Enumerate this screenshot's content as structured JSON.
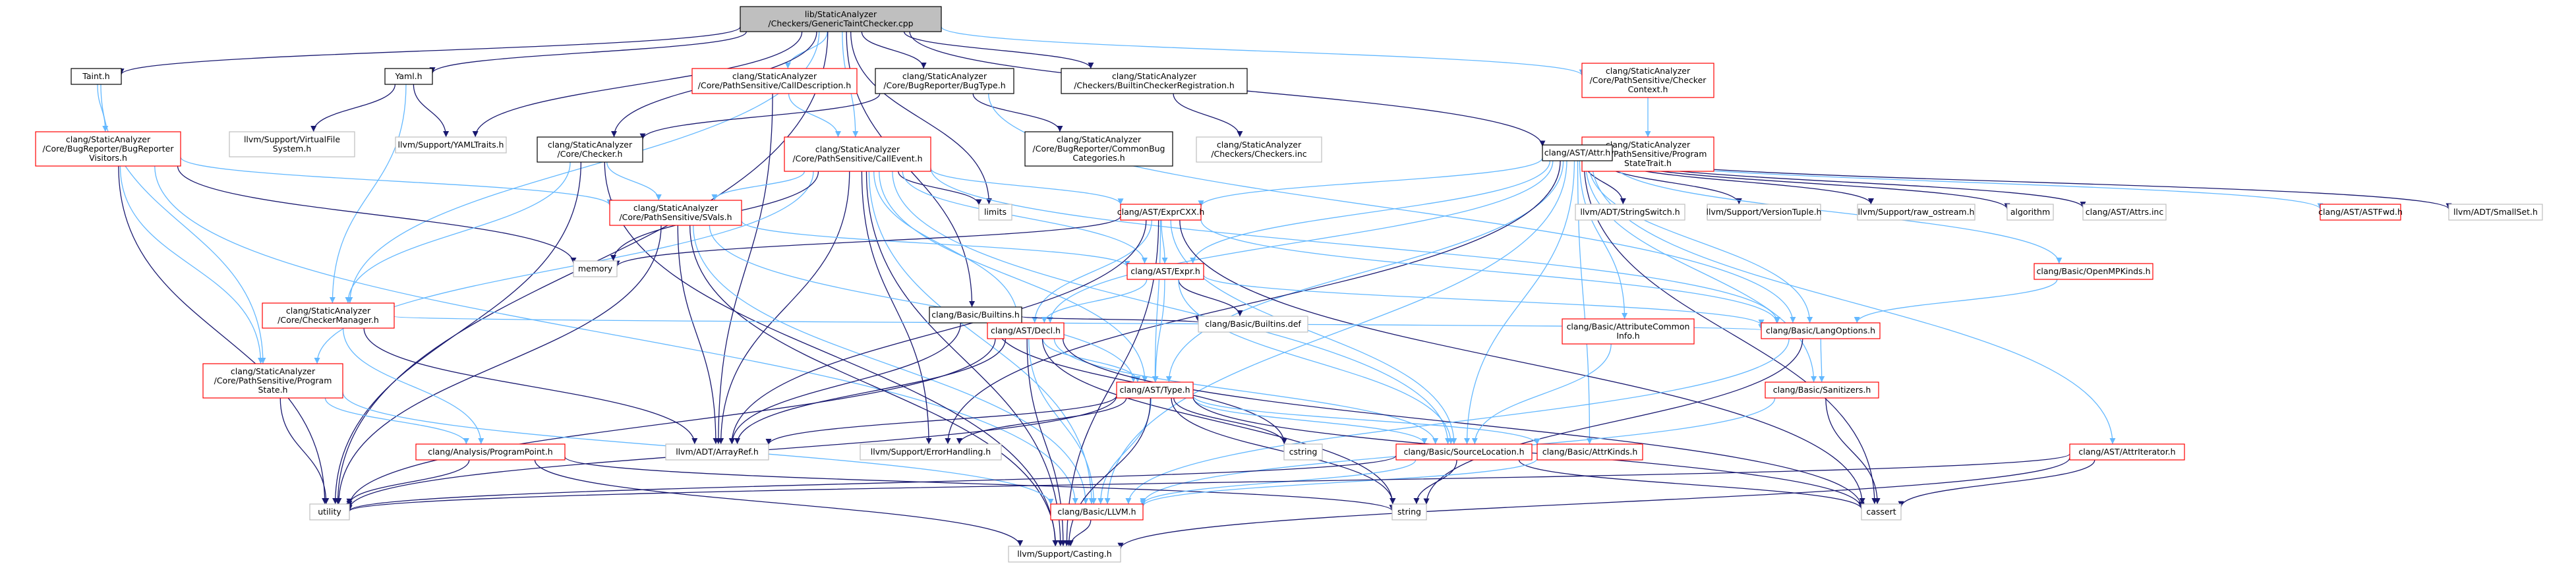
{
  "nodes": {
    "root": {
      "lines": [
        "lib/StaticAnalyzer",
        "/Checkers/GenericTaintChecker.cpp"
      ],
      "style": "root"
    },
    "taint": {
      "lines": [
        "Taint.h"
      ],
      "style": "black"
    },
    "yaml": {
      "lines": [
        "Yaml.h"
      ],
      "style": "black"
    },
    "calldesc": {
      "lines": [
        "clang/StaticAnalyzer",
        "/Core/PathSensitive/CallDescription.h"
      ],
      "style": "red"
    },
    "bugtype": {
      "lines": [
        "clang/StaticAnalyzer",
        "/Core/BugReporter/BugType.h"
      ],
      "style": "black"
    },
    "builtinreg": {
      "lines": [
        "clang/StaticAnalyzer",
        "/Checkers/BuiltinCheckerRegistration.h"
      ],
      "style": "black"
    },
    "checkerctx": {
      "lines": [
        "clang/StaticAnalyzer",
        "/Core/PathSensitive/Checker",
        "Context.h"
      ],
      "style": "red"
    },
    "bugreporter": {
      "lines": [
        "clang/StaticAnalyzer",
        "/Core/BugReporter/BugReporter",
        "Visitors.h"
      ],
      "style": "red"
    },
    "vfs": {
      "lines": [
        "llvm/Support/VirtualFile",
        "System.h"
      ],
      "style": "gray"
    },
    "yamltraits": {
      "lines": [
        "llvm/Support/YAMLTraits.h"
      ],
      "style": "gray"
    },
    "checker": {
      "lines": [
        "clang/StaticAnalyzer",
        "/Core/Checker.h"
      ],
      "style": "black"
    },
    "callevent": {
      "lines": [
        "clang/StaticAnalyzer",
        "/Core/PathSensitive/CallEvent.h"
      ],
      "style": "red"
    },
    "commonbug": {
      "lines": [
        "clang/StaticAnalyzer",
        "/Core/BugReporter/CommonBug",
        "Categories.h"
      ],
      "style": "black"
    },
    "checkersinc": {
      "lines": [
        "clang/StaticAnalyzer",
        "/Checkers/Checkers.inc"
      ],
      "style": "gray"
    },
    "progstatetrait": {
      "lines": [
        "clang/StaticAnalyzer",
        "/Core/PathSensitive/Program",
        "StateTrait.h"
      ],
      "style": "red"
    },
    "attr": {
      "lines": [
        "clang/AST/Attr.h"
      ],
      "style": "black"
    },
    "svals": {
      "lines": [
        "clang/StaticAnalyzer",
        "/Core/PathSensitive/SVals.h"
      ],
      "style": "red"
    },
    "limits": {
      "lines": [
        "limits"
      ],
      "style": "gray"
    },
    "exprcxx": {
      "lines": [
        "clang/AST/ExprCXX.h"
      ],
      "style": "red"
    },
    "stringswitch": {
      "lines": [
        "llvm/ADT/StringSwitch.h"
      ],
      "style": "gray"
    },
    "versiontuple": {
      "lines": [
        "llvm/Support/VersionTuple.h"
      ],
      "style": "gray"
    },
    "rawostream": {
      "lines": [
        "llvm/Support/raw_ostream.h"
      ],
      "style": "gray"
    },
    "algorithm": {
      "lines": [
        "algorithm"
      ],
      "style": "gray"
    },
    "attrsinc": {
      "lines": [
        "clang/AST/Attrs.inc"
      ],
      "style": "gray"
    },
    "astfwd": {
      "lines": [
        "clang/AST/ASTFwd.h"
      ],
      "style": "red"
    },
    "smallset": {
      "lines": [
        "llvm/ADT/SmallSet.h"
      ],
      "style": "gray"
    },
    "memory": {
      "lines": [
        "memory"
      ],
      "style": "gray"
    },
    "checkermgr": {
      "lines": [
        "clang/StaticAnalyzer",
        "/Core/CheckerManager.h"
      ],
      "style": "red"
    },
    "builtins": {
      "lines": [
        "clang/Basic/Builtins.h"
      ],
      "style": "black"
    },
    "expr": {
      "lines": [
        "clang/AST/Expr.h"
      ],
      "style": "red"
    },
    "openmp": {
      "lines": [
        "clang/Basic/OpenMPKinds.h"
      ],
      "style": "red"
    },
    "builtinsdef": {
      "lines": [
        "clang/Basic/Builtins.def"
      ],
      "style": "gray"
    },
    "decl": {
      "lines": [
        "clang/AST/Decl.h"
      ],
      "style": "red"
    },
    "langopts": {
      "lines": [
        "clang/Basic/LangOptions.h"
      ],
      "style": "red"
    },
    "attrcommon": {
      "lines": [
        "clang/Basic/AttributeCommon",
        "Info.h"
      ],
      "style": "red"
    },
    "progstate": {
      "lines": [
        "clang/StaticAnalyzer",
        "/Core/PathSensitive/Program",
        "State.h"
      ],
      "style": "red"
    },
    "type": {
      "lines": [
        "clang/AST/Type.h"
      ],
      "style": "red"
    },
    "sanitizers": {
      "lines": [
        "clang/Basic/Sanitizers.h"
      ],
      "style": "red"
    },
    "progpoint": {
      "lines": [
        "clang/Analysis/ProgramPoint.h"
      ],
      "style": "red"
    },
    "arrayref": {
      "lines": [
        "llvm/ADT/ArrayRef.h"
      ],
      "style": "gray"
    },
    "errorhandling": {
      "lines": [
        "llvm/Support/ErrorHandling.h"
      ],
      "style": "gray"
    },
    "cstring": {
      "lines": [
        "cstring"
      ],
      "style": "gray"
    },
    "srcloc": {
      "lines": [
        "clang/Basic/SourceLocation.h"
      ],
      "style": "red"
    },
    "attrkinds": {
      "lines": [
        "clang/Basic/AttrKinds.h"
      ],
      "style": "red"
    },
    "attriterator": {
      "lines": [
        "clang/AST/AttrIterator.h"
      ],
      "style": "red"
    },
    "utility": {
      "lines": [
        "utility"
      ],
      "style": "gray"
    },
    "llvmh": {
      "lines": [
        "clang/Basic/LLVM.h"
      ],
      "style": "red"
    },
    "string": {
      "lines": [
        "string"
      ],
      "style": "gray"
    },
    "cassert": {
      "lines": [
        "cassert"
      ],
      "style": "gray"
    },
    "casting": {
      "lines": [
        "llvm/Support/Casting.h"
      ],
      "style": "gray"
    }
  },
  "colors": {
    "edge": "#191970",
    "edge_red": "#63b8ff",
    "root_fill": "#bfbfbf",
    "red_border": "#ff0000",
    "gray_border": "#bfbfbf",
    "black_border": "#000000"
  }
}
